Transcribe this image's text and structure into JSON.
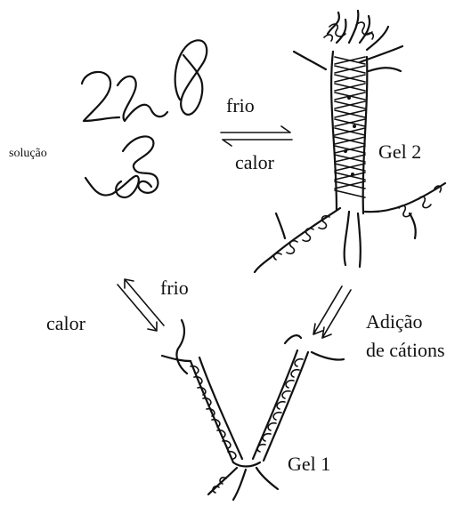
{
  "labels": {
    "solucao": "solução",
    "frio_top": "frio",
    "calor_top": "calor",
    "gel2": "Gel 2",
    "frio_mid": "frio",
    "calor_mid": "calor",
    "adicao_line1": "Adição",
    "adicao_line2": "de cátions",
    "gel1": "Gel 1"
  },
  "colors": {
    "ink": "#111111",
    "background": "#ffffff"
  }
}
